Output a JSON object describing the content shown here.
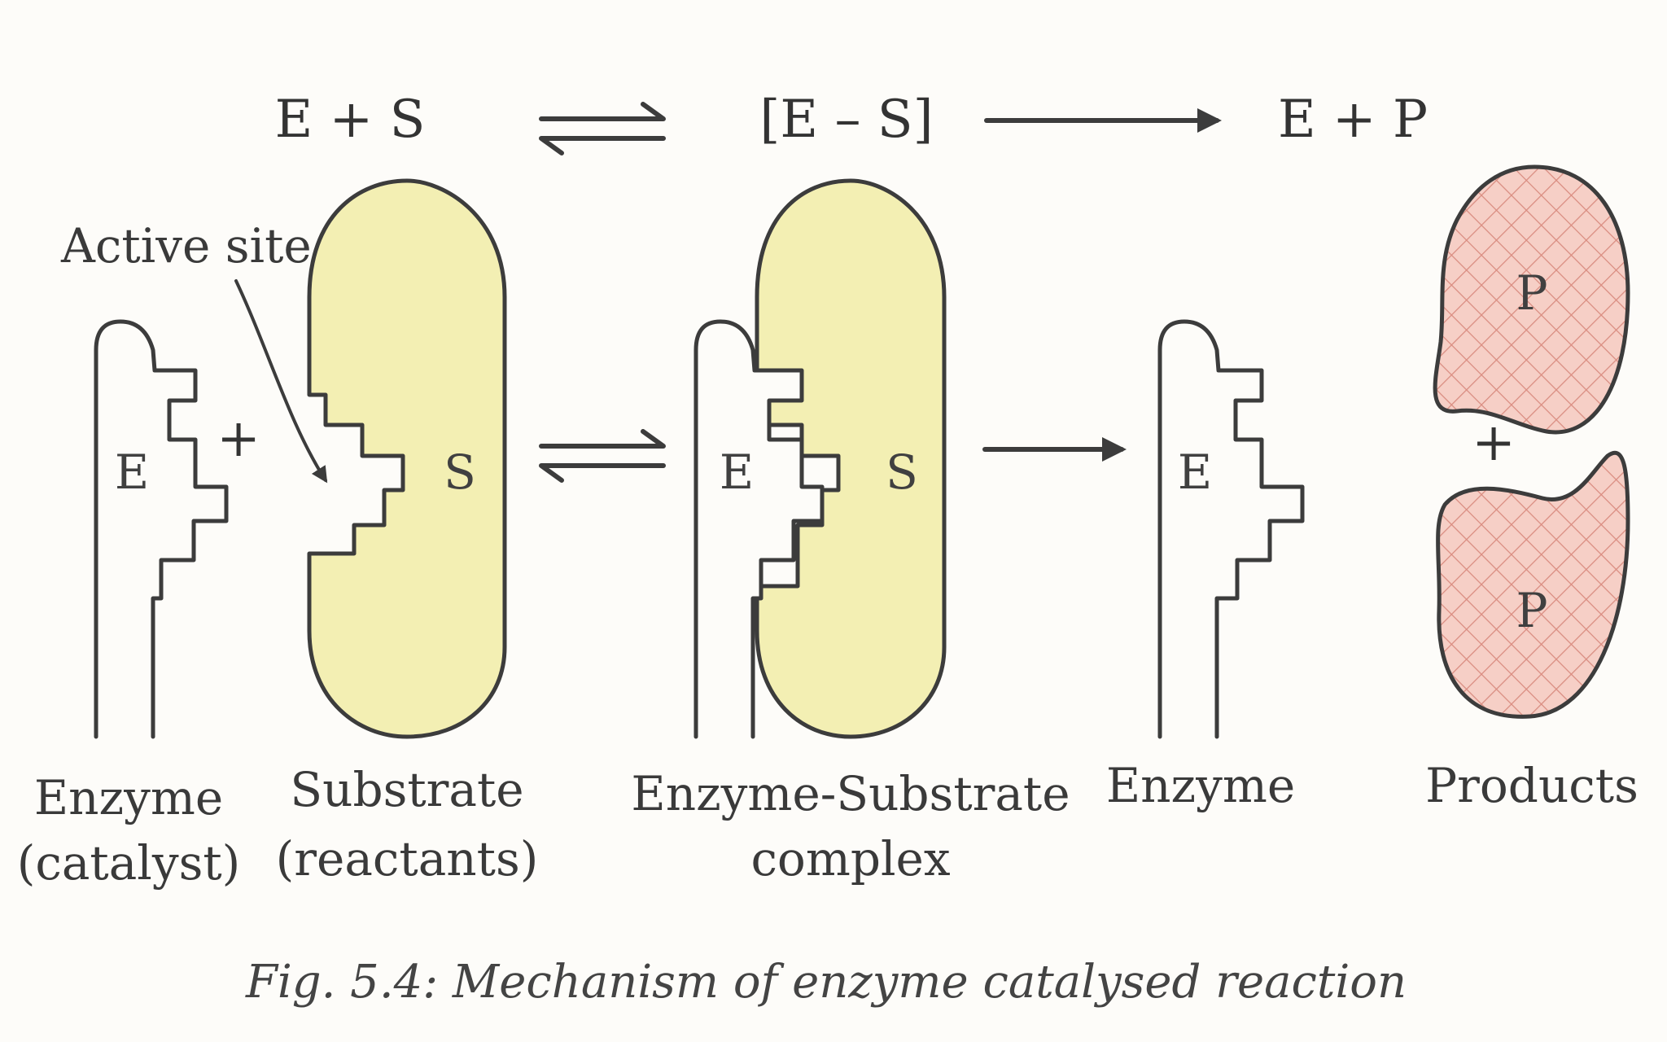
{
  "equation": {
    "reactants": "E + S",
    "complex": "[E – S]",
    "products": "E + P"
  },
  "shapes": {
    "enzyme_letter": "E",
    "substrate_letter": "S",
    "product_letter": "P",
    "plus": "+"
  },
  "labels": {
    "active_site": "Active site",
    "enzyme_catalyst_line1": "Enzyme",
    "enzyme_catalyst_line2": "(catalyst)",
    "substrate_line1": "Substrate",
    "substrate_line2": "(reactants)",
    "complex_line1": "Enzyme-Substrate",
    "complex_line2": "complex",
    "enzyme": "Enzyme",
    "products": "Products"
  },
  "caption": "Fig. 5.4: Mechanism of enzyme catalysed reaction",
  "colors": {
    "substrate_fill": "#f3efb3",
    "product_fill": "#f6cfc6",
    "product_hatch": "#d98c80",
    "outline": "#3c3c3c"
  }
}
